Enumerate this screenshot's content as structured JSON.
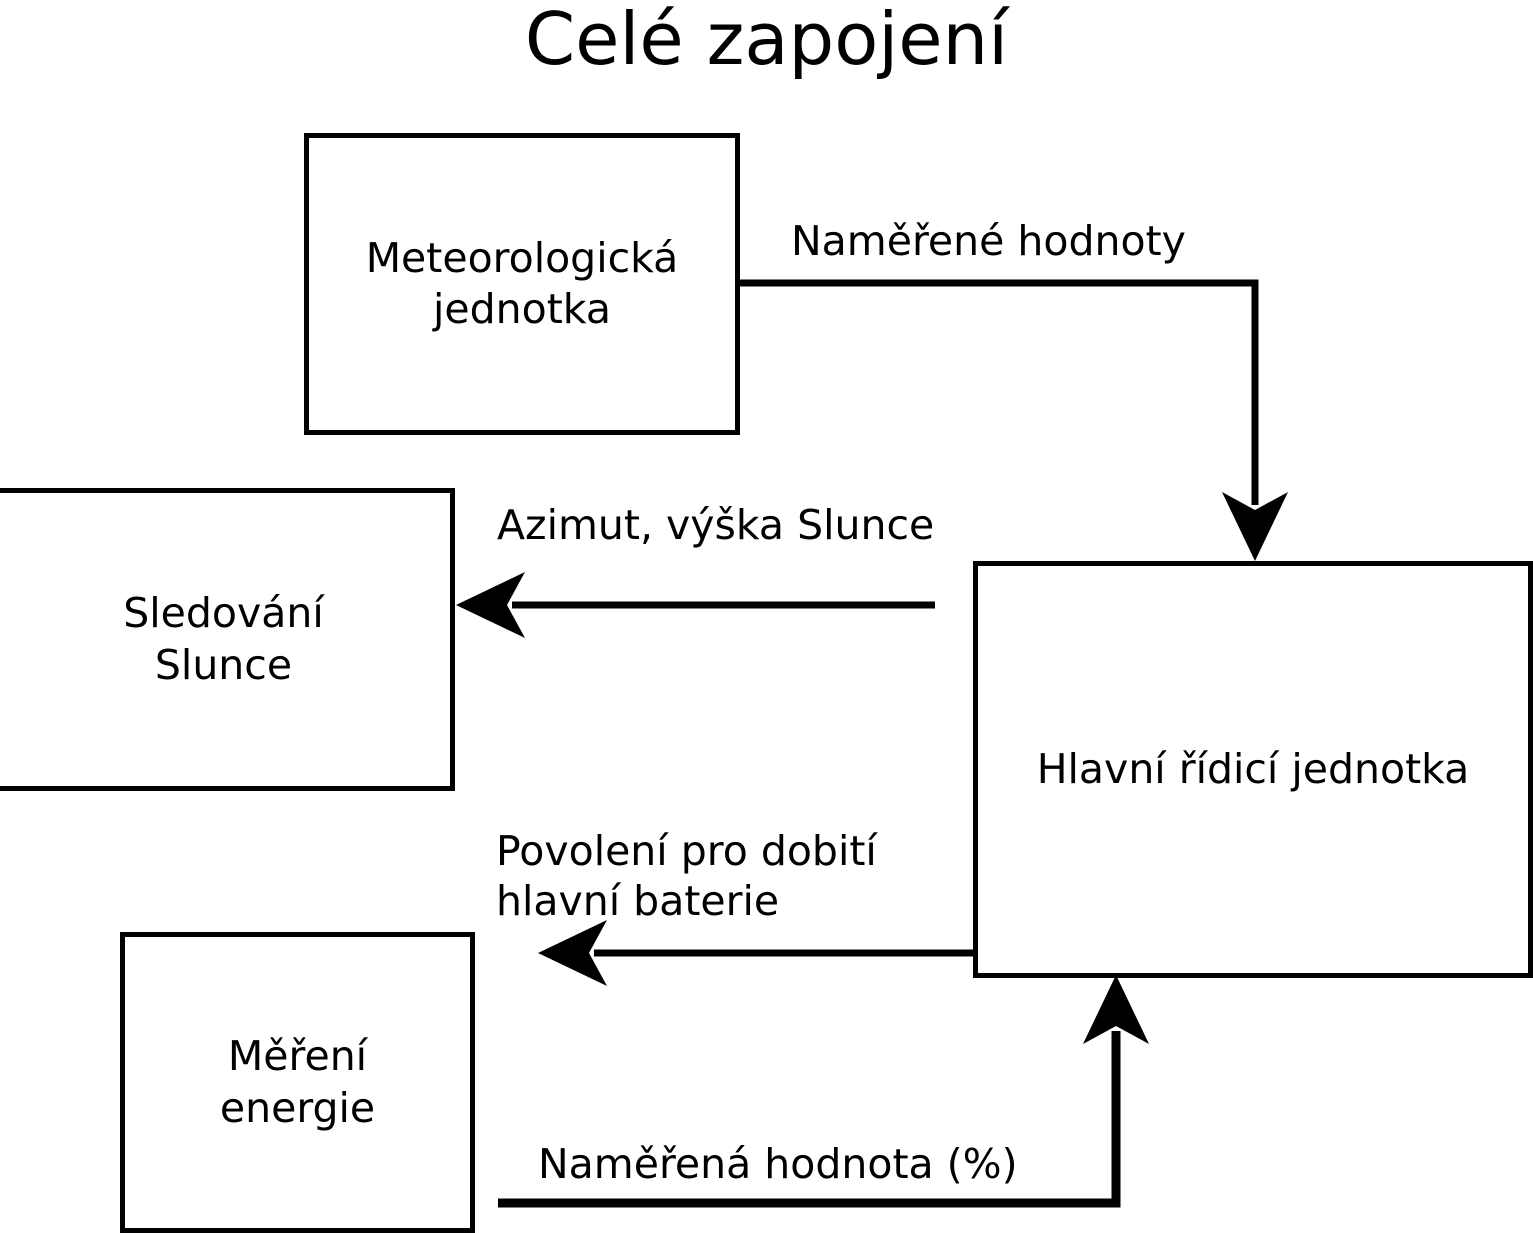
{
  "diagram": {
    "title": "Celé zapojení",
    "nodes": [
      {
        "id": "meteo",
        "label": "Meteorologická\njednotka"
      },
      {
        "id": "sun",
        "label": "Sledování\nSlunce"
      },
      {
        "id": "main",
        "label": "Hlavní řídicí jednotka"
      },
      {
        "id": "energy",
        "label": "Měření\nenergie"
      }
    ],
    "edges": [
      {
        "id": "measured-values",
        "label": "Naměřené hodnoty",
        "from": "meteo",
        "to": "main",
        "direction": "down"
      },
      {
        "id": "azimuth",
        "label": "Azimut, výška Slunce",
        "from": "main",
        "to": "sun",
        "direction": "left"
      },
      {
        "id": "charge-permission",
        "label": "Povolení pro dobití\nhlavní baterie",
        "from": "main",
        "to": "energy",
        "direction": "left"
      },
      {
        "id": "measured-percent",
        "label": "Naměřená hodnota (%)",
        "from": "energy",
        "to": "main",
        "direction": "up"
      }
    ],
    "colors": {
      "stroke": "#000000",
      "background": "#ffffff",
      "text": "#000000"
    }
  }
}
